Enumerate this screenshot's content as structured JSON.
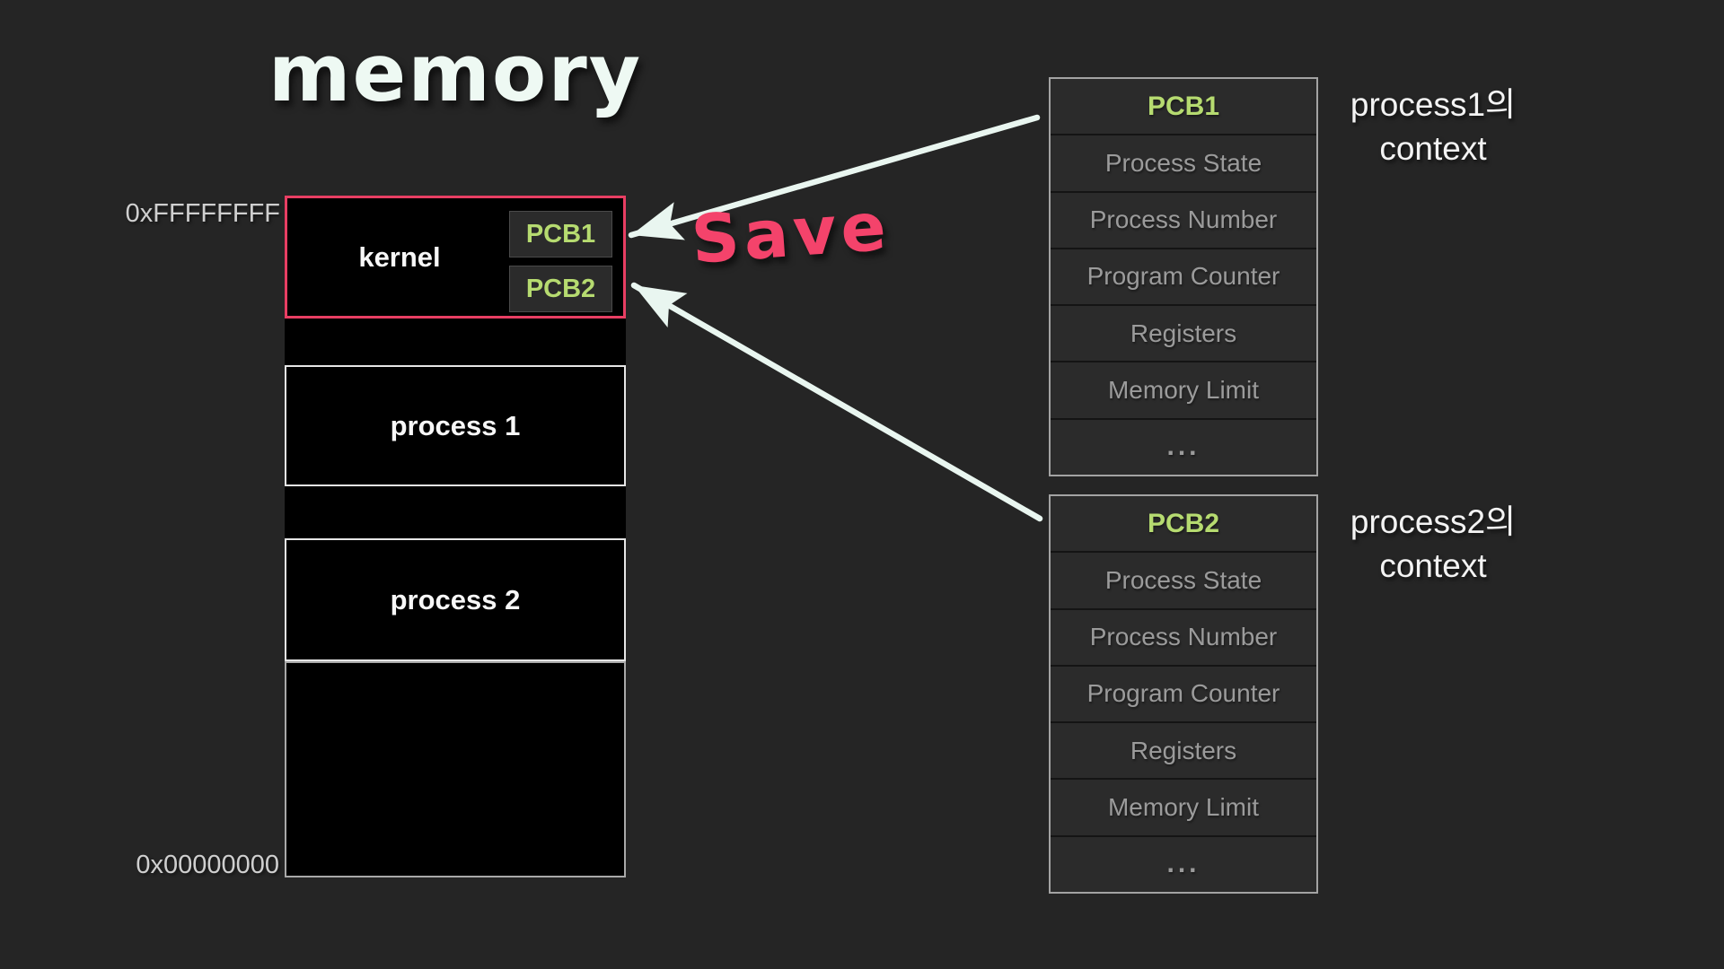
{
  "title": "memory",
  "save_annotation": "Save",
  "memory_map": {
    "address_top": "0xFFFFFFFF",
    "address_bottom": "0x00000000",
    "kernel_label": "kernel",
    "kernel_pcbs": [
      "PCB1",
      "PCB2"
    ],
    "process_blocks": [
      "process 1",
      "process 2"
    ]
  },
  "pcb_tables": [
    {
      "header": "PCB1",
      "rows": [
        "Process State",
        "Process Number",
        "Program Counter",
        "Registers",
        "Memory Limit",
        "..."
      ],
      "context_label": [
        "process1의",
        "context"
      ]
    },
    {
      "header": "PCB2",
      "rows": [
        "Process State",
        "Process Number",
        "Program Counter",
        "Registers",
        "Memory Limit",
        "..."
      ],
      "context_label": [
        "process2의",
        "context"
      ]
    }
  ],
  "colors": {
    "background": "#252525",
    "block_fill": "#000000",
    "kernel_border": "#e83e63",
    "pcb_green": "#b6db70",
    "chip_bg": "#2b2b2b",
    "chip_border": "#4a4a4a",
    "process_border": "#e6e6e6",
    "free_border": "#a9a9a9",
    "arrow": "#e9f6f0",
    "save_pink": "#f4436b",
    "table_border": "#a3a3a3",
    "table_cell_bg": "#2b2b2b",
    "table_divider": "#141414",
    "table_text": "#9b9b9b",
    "address_text": "#cfcfcf",
    "title_text": "#eef9f3",
    "context_text": "#f3f3f3",
    "white_text": "#f7f7f7"
  }
}
